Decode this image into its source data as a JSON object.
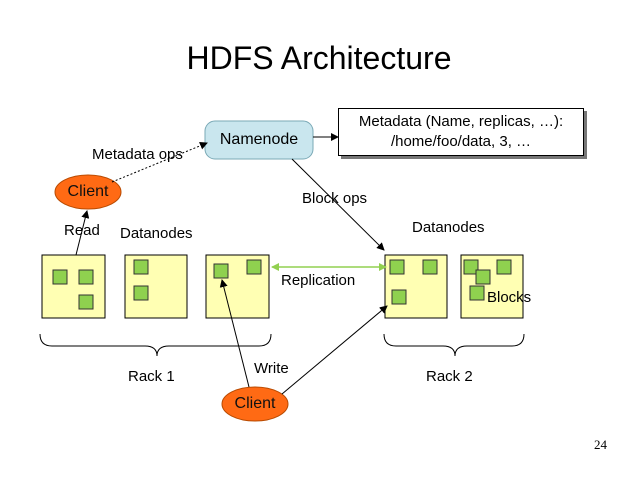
{
  "title": "HDFS Architecture",
  "namenode": {
    "label": "Namenode"
  },
  "metadata": {
    "line1": "Metadata (Name, replicas, …):",
    "line2": "/home/foo/data, 3, …"
  },
  "labels": {
    "metadata_ops": "Metadata ops",
    "block_ops": "Block ops",
    "read": "Read",
    "write": "Write",
    "replication": "Replication",
    "blocks": "Blocks",
    "datanodes_left": "Datanodes",
    "datanodes_right": "Datanodes"
  },
  "clients": {
    "top": "Client",
    "bottom": "Client"
  },
  "racks": {
    "rack1": "Rack 1",
    "rack2": "Rack 2"
  },
  "page_number": "24",
  "colors": {
    "namenode_fill": "#c9e6ee",
    "client_fill": "#ff6a14",
    "datanode_fill": "#ffffb3",
    "block_fill": "#8fd14f",
    "replication_arrow": "#92d050"
  }
}
